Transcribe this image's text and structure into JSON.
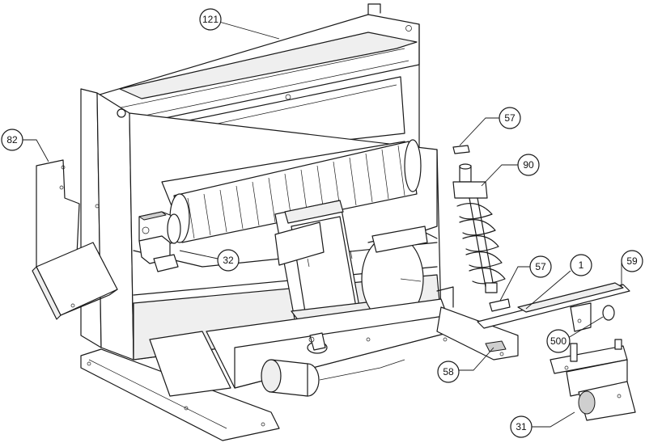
{
  "callouts": [
    {
      "id": "c121",
      "label": "121"
    },
    {
      "id": "c82",
      "label": "82"
    },
    {
      "id": "c57a",
      "label": "57"
    },
    {
      "id": "c90",
      "label": "90"
    },
    {
      "id": "c32",
      "label": "32"
    },
    {
      "id": "c57b",
      "label": "57"
    },
    {
      "id": "c1",
      "label": "1"
    },
    {
      "id": "c59",
      "label": "59"
    },
    {
      "id": "c500",
      "label": "500"
    },
    {
      "id": "c58",
      "label": "58"
    },
    {
      "id": "c31",
      "label": "31"
    }
  ],
  "colors": {
    "line": "#1a1a1a",
    "fill": "#ffffff",
    "shade": "#cfcfcf"
  }
}
